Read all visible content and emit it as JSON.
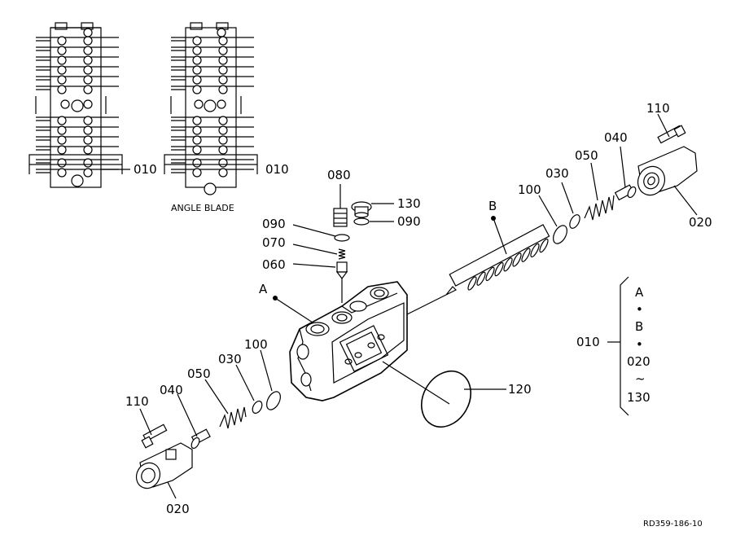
{
  "diagram": {
    "ref_code": "RD359-186-10",
    "caption_angle_blade": "ANGLE BLADE",
    "parts": {
      "p010_left": "010",
      "p010_right": "010",
      "p080": "080",
      "p130": "130",
      "p090_left": "090",
      "p090_right": "090",
      "p070": "070",
      "p060": "060",
      "point_A": "A",
      "point_B": "B",
      "p100_top": "100",
      "p030_top": "030",
      "p050_top": "050",
      "p040_top": "040",
      "p110_top": "110",
      "p020_top": "020",
      "p100_bottom": "100",
      "p030_bottom": "030",
      "p050_bottom": "050",
      "p040_bottom": "040",
      "p110_bottom": "110",
      "p020_bottom": "020",
      "p120": "120"
    },
    "legend": {
      "label": "010",
      "items": [
        "A",
        "•",
        "B",
        "•",
        "020",
        "~",
        "130"
      ]
    }
  }
}
